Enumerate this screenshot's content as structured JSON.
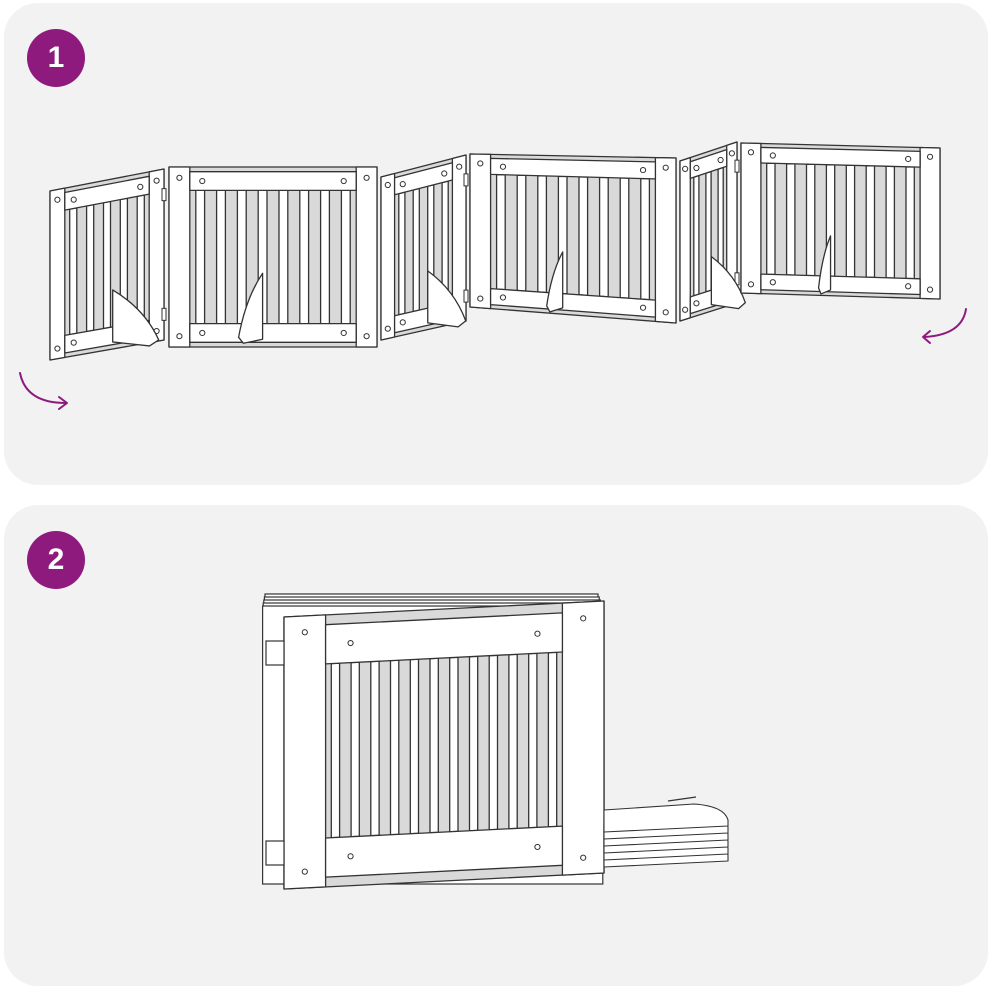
{
  "steps": [
    {
      "number": "1"
    },
    {
      "number": "2"
    }
  ],
  "colors": {
    "badge": "#8e1a7e",
    "panel_background": "#f2f2f2",
    "line": "#333333",
    "face": "#ffffff",
    "shadow": "#d9d9d9",
    "arrow": "#8e1a7e"
  },
  "icons": {
    "rotate_arrow": "curved-arrow-icon"
  },
  "gate": {
    "panel_count": 6,
    "folded_panels": 6,
    "foot_count": 6
  }
}
